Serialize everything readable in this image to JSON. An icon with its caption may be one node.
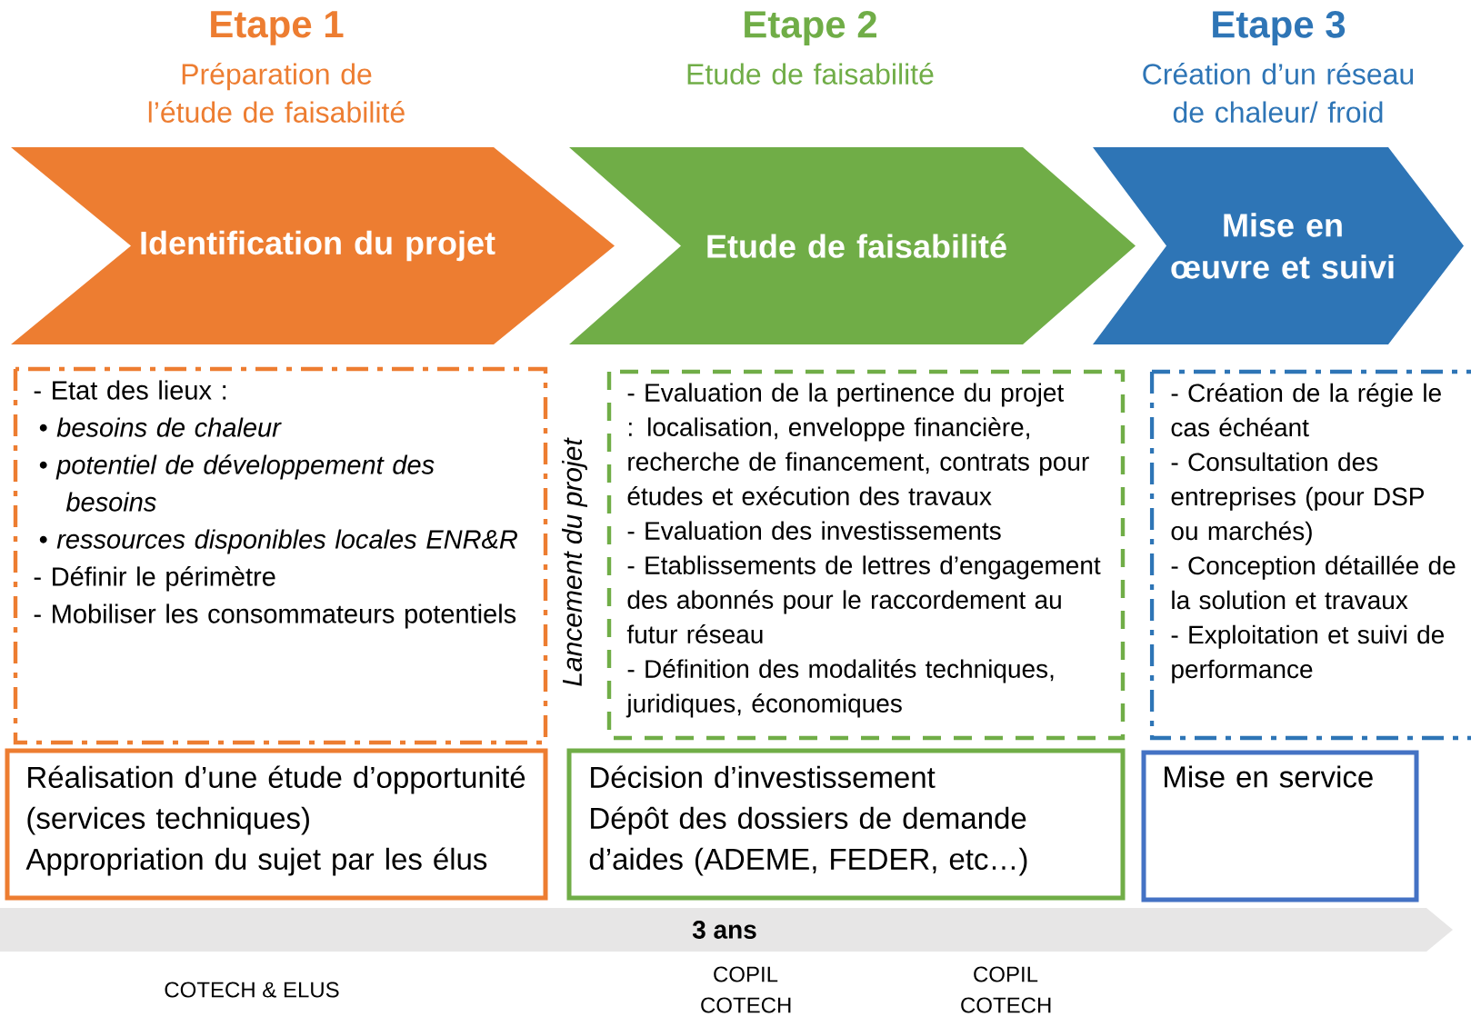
{
  "diagram": {
    "nodes": [
      {
        "text": [
          "Etape 1",
          "Préparation de l’étude de faisabilité",
          "Identification du projet"
        ]
      },
      {
        "text": [
          "Etape 2",
          "Etude de faisabilité",
          "Etude de faisabilité"
        ]
      },
      {
        "text": [
          "Etape 3",
          "Création d’un réseau de chaleur/ froid",
          "Mise en œuvre et suivi"
        ]
      },
      {
        "text": [
          "- Etat des lieux :",
          "• besoins de chaleur",
          "• potentiel de développement des besoins",
          "• ressources disponibles locales ENR&R",
          "- Définir le périmètre",
          "- Mobiliser les consommateurs potentiels"
        ]
      },
      {
        "text": [
          "- Evaluation de la pertinence du projet : localisation, enveloppe financière, recherche de financement, contrats pour études et exécution des travaux",
          "- Evaluation des investissements",
          "- Etablissements de lettres d’engagement des abonnés pour le raccordement au futur réseau",
          "- Définition des modalités techniques, juridiques, économiques"
        ]
      },
      {
        "text": [
          "- Création de la régie le cas échéant",
          "- Consultation des entreprises (pour DSP ou marchés)",
          "- Conception détaillée de la solution et travaux",
          "- Exploitation et suivi de performance"
        ]
      },
      {
        "text": [
          "Réalisation d’une étude d’opportunité (services techniques)",
          "Appropriation du sujet par les élus"
        ]
      },
      {
        "text": [
          "Décision d’investissement",
          "Dépôt des dossiers de demande d’aides (ADEME, FEDER, etc…)"
        ]
      },
      {
        "text": [
          "Mise en service"
        ]
      },
      {
        "text": [
          "3 ans"
        ]
      }
    ],
    "labels": [
      "Lancement du projet",
      "COTECH & ELUS",
      "COPIL COTECH",
      "COPIL COTECH"
    ]
  }
}
